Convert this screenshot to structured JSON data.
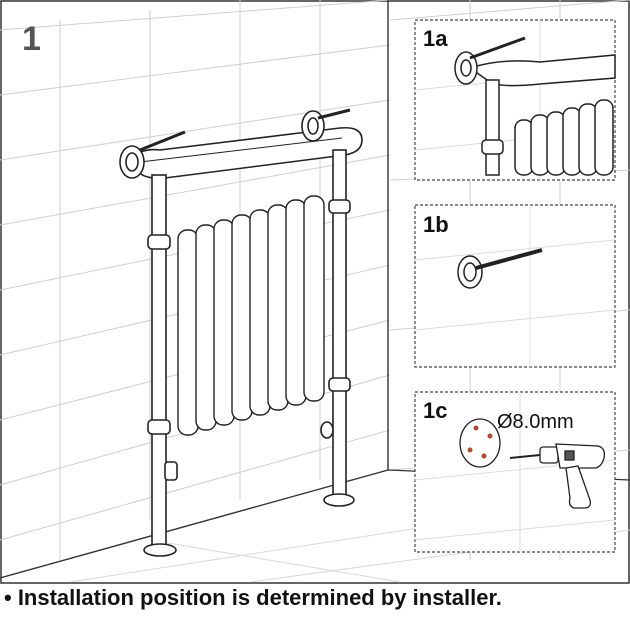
{
  "step": {
    "number": "1"
  },
  "details": [
    {
      "id": "1a",
      "label": "1a"
    },
    {
      "id": "1b",
      "label": "1b"
    },
    {
      "id": "1c",
      "label": "1c",
      "drill_size": "Ø8.0mm"
    }
  ],
  "caption": "• Installation position is determined by installer."
}
